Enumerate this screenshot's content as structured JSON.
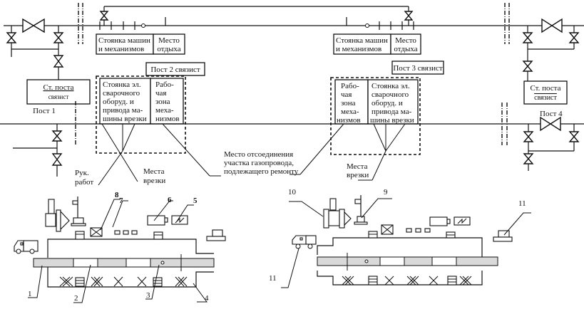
{
  "diagram": {
    "title": "Схема организации работ на ремонтируемом участке газопровода",
    "top_zones": {
      "left_parking": {
        "line1": "Стоянка машин",
        "line2": "и механизмов"
      },
      "left_rest": {
        "line1": "Место",
        "line2": "отдыха"
      },
      "right_parking": {
        "line1": "Стоянка машин",
        "line2": "и механизмов"
      },
      "right_rest": {
        "line1": "Место",
        "line2": "отдыха"
      }
    },
    "posts": {
      "post1_box": {
        "line1": "Ст. поста",
        "line2": "связист"
      },
      "post1_label": "Пост 1",
      "post2": "Пост 2  связист",
      "post3": "Пост 3 связист",
      "post4_box": {
        "line1": "Ст. поста",
        "line2": "связист"
      },
      "post4_label": "Пост 4"
    },
    "work_zones": {
      "left_welding": [
        "Стоянка эл.",
        "сварочного",
        "оборуд. и",
        "привода ма-",
        "шины врезки"
      ],
      "left_mech": [
        "Рабо-",
        "чая",
        "зона",
        "меха-",
        "низмов"
      ],
      "right_mech": [
        "Рабо-",
        "чая",
        "зона",
        "меха-",
        "низмов"
      ],
      "right_welding": [
        "Стоянка эл.",
        "сварочного",
        "оборуд. и",
        "привода ма-",
        "шины врезки"
      ]
    },
    "annotations": {
      "supervisor": [
        "Рук.",
        "работ"
      ],
      "tap_places_left": [
        "Места",
        "врезки"
      ],
      "tap_places_right": [
        "Места",
        "врезки"
      ],
      "disconnect": [
        "Место отсоединения",
        "участка газопровода,",
        "подлежащего ремонту"
      ]
    },
    "callouts": [
      "1",
      "2",
      "3",
      "4",
      "5",
      "6",
      "7",
      "8",
      "9",
      "10",
      "11",
      "11"
    ]
  }
}
